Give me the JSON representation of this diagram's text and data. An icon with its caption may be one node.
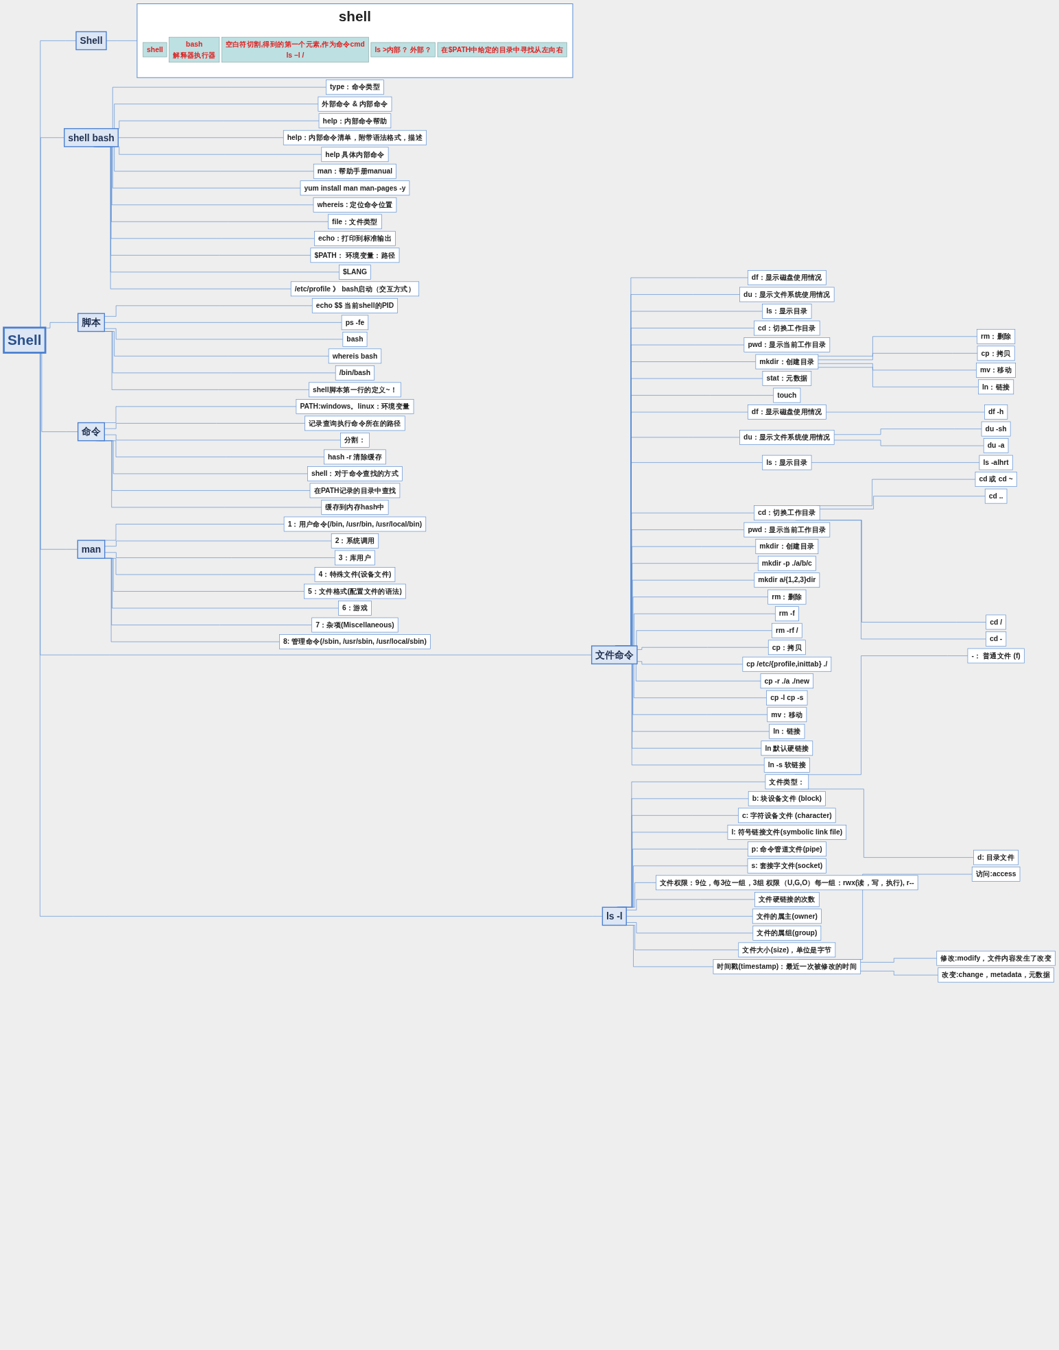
{
  "diagram": {
    "nodes": [
      {
        "text": [
          "Shell"
        ]
      },
      {
        "text": [
          "Shell"
        ]
      },
      {
        "text": [
          "shell"
        ]
      },
      {
        "text": [
          "shell"
        ],
        "in": 2
      },
      {
        "text": [
          "bash",
          "解释器执行器"
        ],
        "in": 2
      },
      {
        "text": [
          "空白符切割,得到的第一个元素,作为命令cmd",
          "ls –l /"
        ],
        "in": 2
      },
      {
        "text": [
          "ls  >内部？ 外部？"
        ],
        "in": 2
      },
      {
        "text": [
          "在$PATH中给定的目录中寻找从左向右"
        ],
        "in": 2
      },
      {
        "text": [
          "shell bash"
        ]
      },
      {
        "text": [
          "type：命令类型"
        ]
      },
      {
        "text": [
          "外部命令  &  内部命令"
        ]
      },
      {
        "text": [
          "help：内部命令帮助"
        ]
      },
      {
        "text": [
          "help：内部命令清单，附带语法格式，描述"
        ]
      },
      {
        "text": [
          "help 具体内部命令"
        ]
      },
      {
        "text": [
          "man：帮助手册manual"
        ]
      },
      {
        "text": [
          "yum install man man-pages -y"
        ]
      },
      {
        "text": [
          "whereis : 定位命令位置"
        ]
      },
      {
        "text": [
          "file：文件类型"
        ]
      },
      {
        "text": [
          "echo：打印到标准输出"
        ]
      },
      {
        "text": [
          "$PATH：  环境变量：路径"
        ]
      },
      {
        "text": [
          "$LANG"
        ]
      },
      {
        "text": [
          "/etc/profile  》  bash启动（交互方式）"
        ]
      },
      {
        "text": [
          "脚本"
        ]
      },
      {
        "text": [
          "echo $$  当前shell的PID"
        ]
      },
      {
        "text": [
          "ps -fe"
        ]
      },
      {
        "text": [
          "bash"
        ]
      },
      {
        "text": [
          "whereis bash"
        ]
      },
      {
        "text": [
          "/bin/bash"
        ]
      },
      {
        "text": [
          "shell脚本第一行的定义~！"
        ]
      },
      {
        "text": [
          "命令"
        ]
      },
      {
        "text": [
          "PATH:windows。linux：环境变量"
        ]
      },
      {
        "text": [
          "记录查询执行命令所在的路径"
        ]
      },
      {
        "text": [
          "分割："
        ]
      },
      {
        "text": [
          "hash -r 清除缓存"
        ]
      },
      {
        "text": [
          "shell：对于命令查找的方式"
        ]
      },
      {
        "text": [
          "在PATH记录的目录中查找"
        ]
      },
      {
        "text": [
          "缓存到内存hash中"
        ]
      },
      {
        "text": [
          "man"
        ]
      },
      {
        "text": [
          "1：用户命令(/bin, /usr/bin, /usr/local/bin)"
        ]
      },
      {
        "text": [
          "2：系统调用"
        ]
      },
      {
        "text": [
          "3：库用户"
        ]
      },
      {
        "text": [
          "4：特殊文件(设备文件)"
        ]
      },
      {
        "text": [
          "5：文件格式(配置文件的语法)"
        ]
      },
      {
        "text": [
          "6：游戏"
        ]
      },
      {
        "text": [
          "7：杂项(Miscellaneous)"
        ]
      },
      {
        "text": [
          "8: 管理命令(/sbin, /usr/sbin, /usr/local/sbin)"
        ]
      },
      {
        "text": [
          "文件命令"
        ]
      },
      {
        "text": [
          "df：显示磁盘使用情况"
        ]
      },
      {
        "text": [
          "du：显示文件系统使用情况"
        ]
      },
      {
        "text": [
          "ls：显示目录"
        ]
      },
      {
        "text": [
          "cd：切换工作目录"
        ]
      },
      {
        "text": [
          "pwd：显示当前工作目录"
        ]
      },
      {
        "text": [
          "mkdir：创建目录"
        ]
      },
      {
        "text": [
          "rm：删除"
        ]
      },
      {
        "text": [
          "cp：拷贝"
        ]
      },
      {
        "text": [
          "mv：移动"
        ]
      },
      {
        "text": [
          "ln：链接"
        ]
      },
      {
        "text": [
          "stat：元数据"
        ]
      },
      {
        "text": [
          "touch"
        ]
      },
      {
        "text": [
          "df：显示磁盘使用情况"
        ]
      },
      {
        "text": [
          "df -h"
        ]
      },
      {
        "text": [
          "du：显示文件系统使用情况"
        ]
      },
      {
        "text": [
          "du -sh"
        ]
      },
      {
        "text": [
          "du -a"
        ]
      },
      {
        "text": [
          "ls：显示目录"
        ]
      },
      {
        "text": [
          "ls -alhrt"
        ]
      },
      {
        "text": [
          "cd：切换工作目录"
        ]
      },
      {
        "text": [
          "cd  或 cd ~"
        ]
      },
      {
        "text": [
          "cd .."
        ]
      },
      {
        "text": [
          "cd /"
        ]
      },
      {
        "text": [
          "cd -"
        ]
      },
      {
        "text": [
          "pwd：显示当前工作目录"
        ]
      },
      {
        "text": [
          "mkdir：创建目录"
        ]
      },
      {
        "text": [
          "mkdir -p ./a/b/c"
        ]
      },
      {
        "text": [
          "mkdir a/{1,2,3}dir"
        ]
      },
      {
        "text": [
          "rm：删除"
        ]
      },
      {
        "text": [
          "rm -f"
        ]
      },
      {
        "text": [
          "rm -rf /"
        ]
      },
      {
        "text": [
          "cp：拷贝"
        ]
      },
      {
        "text": [
          "cp /etc/{profile,inittab} ./"
        ]
      },
      {
        "text": [
          "cp -r ./a ./new"
        ]
      },
      {
        "text": [
          "cp -l  cp -s"
        ]
      },
      {
        "text": [
          "mv：移动"
        ]
      },
      {
        "text": [
          "ln：链接"
        ]
      },
      {
        "text": [
          "ln 默认硬链接"
        ]
      },
      {
        "text": [
          "ln -s 软链接"
        ]
      },
      {
        "text": [
          "ls -l"
        ]
      },
      {
        "text": [
          "文件类型："
        ]
      },
      {
        "text": [
          "-：  普通文件 (f)"
        ]
      },
      {
        "text": [
          "d: 目录文件"
        ]
      },
      {
        "text": [
          "b: 块设备文件 (block)"
        ]
      },
      {
        "text": [
          "c: 字符设备文件 (character)"
        ]
      },
      {
        "text": [
          "l: 符号链接文件(symbolic link file)"
        ]
      },
      {
        "text": [
          "p: 命令管道文件(pipe)"
        ]
      },
      {
        "text": [
          "s: 套接字文件(socket)"
        ]
      },
      {
        "text": [
          "文件权限：9位，每3位一组，3组 权限（U,G,O）每一组：rwx(读，写，执行), r--"
        ]
      },
      {
        "text": [
          "文件硬链接的次数"
        ]
      },
      {
        "text": [
          "文件的属主(owner)"
        ]
      },
      {
        "text": [
          "文件的属组(group)"
        ]
      },
      {
        "text": [
          "文件大小(size)，单位是字节"
        ]
      },
      {
        "text": [
          "时间戳(timestamp)：最近一次被修改的时间"
        ]
      },
      {
        "text": [
          "访问:access"
        ]
      },
      {
        "text": [
          "修改:modify，文件内容发生了改变"
        ]
      },
      {
        "text": [
          "改变:change，metadata，元数据"
        ]
      }
    ],
    "edges": [
      {
        "from": 0,
        "to": 1,
        "arrow": "none"
      },
      {
        "from": 1,
        "to": 2,
        "arrow": "none"
      },
      {
        "from": 0,
        "to": 8,
        "arrow": "none"
      },
      {
        "from": 8,
        "to": 9,
        "arrow": "none"
      },
      {
        "from": 8,
        "to": 10,
        "arrow": "none"
      },
      {
        "from": 8,
        "to": 11,
        "arrow": "none"
      },
      {
        "from": 8,
        "to": 12,
        "arrow": "none"
      },
      {
        "from": 8,
        "to": 13,
        "arrow": "none"
      },
      {
        "from": 8,
        "to": 14,
        "arrow": "none"
      },
      {
        "from": 8,
        "to": 15,
        "arrow": "none"
      },
      {
        "from": 8,
        "to": 16,
        "arrow": "none"
      },
      {
        "from": 8,
        "to": 17,
        "arrow": "none"
      },
      {
        "from": 8,
        "to": 18,
        "arrow": "none"
      },
      {
        "from": 8,
        "to": 19,
        "arrow": "none"
      },
      {
        "from": 8,
        "to": 20,
        "arrow": "none"
      },
      {
        "from": 8,
        "to": 21,
        "arrow": "none"
      },
      {
        "from": 0,
        "to": 22,
        "arrow": "none"
      },
      {
        "from": 22,
        "to": 23,
        "arrow": "none"
      },
      {
        "from": 22,
        "to": 24,
        "arrow": "none"
      },
      {
        "from": 22,
        "to": 25,
        "arrow": "none"
      },
      {
        "from": 22,
        "to": 26,
        "arrow": "none"
      },
      {
        "from": 22,
        "to": 27,
        "arrow": "none"
      },
      {
        "from": 22,
        "to": 28,
        "arrow": "none"
      },
      {
        "from": 0,
        "to": 29,
        "arrow": "none"
      },
      {
        "from": 29,
        "to": 30,
        "arrow": "none"
      },
      {
        "from": 29,
        "to": 31,
        "arrow": "none"
      },
      {
        "from": 29,
        "to": 32,
        "arrow": "none"
      },
      {
        "from": 29,
        "to": 33,
        "arrow": "none"
      },
      {
        "from": 29,
        "to": 34,
        "arrow": "none"
      },
      {
        "from": 29,
        "to": 35,
        "arrow": "none"
      },
      {
        "from": 29,
        "to": 36,
        "arrow": "none"
      },
      {
        "from": 0,
        "to": 37,
        "arrow": "none"
      },
      {
        "from": 37,
        "to": 38,
        "arrow": "none"
      },
      {
        "from": 37,
        "to": 39,
        "arrow": "none"
      },
      {
        "from": 37,
        "to": 40,
        "arrow": "none"
      },
      {
        "from": 37,
        "to": 41,
        "arrow": "none"
      },
      {
        "from": 37,
        "to": 42,
        "arrow": "none"
      },
      {
        "from": 37,
        "to": 43,
        "arrow": "none"
      },
      {
        "from": 37,
        "to": 44,
        "arrow": "none"
      },
      {
        "from": 37,
        "to": 45,
        "arrow": "none"
      },
      {
        "from": 0,
        "to": 46,
        "arrow": "none"
      },
      {
        "from": 46,
        "to": 47,
        "arrow": "none"
      },
      {
        "from": 46,
        "to": 48,
        "arrow": "none"
      },
      {
        "from": 46,
        "to": 49,
        "arrow": "none"
      },
      {
        "from": 46,
        "to": 50,
        "arrow": "none"
      },
      {
        "from": 46,
        "to": 51,
        "arrow": "none"
      },
      {
        "from": 46,
        "to": 52,
        "arrow": "none"
      },
      {
        "from": 52,
        "to": 53,
        "arrow": "none"
      },
      {
        "from": 52,
        "to": 54,
        "arrow": "none"
      },
      {
        "from": 52,
        "to": 55,
        "arrow": "none"
      },
      {
        "from": 52,
        "to": 56,
        "arrow": "none"
      },
      {
        "from": 46,
        "to": 57,
        "arrow": "none"
      },
      {
        "from": 46,
        "to": 58,
        "arrow": "none"
      },
      {
        "from": 46,
        "to": 59,
        "arrow": "none"
      },
      {
        "from": 59,
        "to": 60,
        "arrow": "none"
      },
      {
        "from": 46,
        "to": 61,
        "arrow": "none"
      },
      {
        "from": 61,
        "to": 62,
        "arrow": "none"
      },
      {
        "from": 61,
        "to": 63,
        "arrow": "none"
      },
      {
        "from": 46,
        "to": 64,
        "arrow": "none"
      },
      {
        "from": 64,
        "to": 65,
        "arrow": "none"
      },
      {
        "from": 46,
        "to": 66,
        "arrow": "none"
      },
      {
        "from": 66,
        "to": 67,
        "arrow": "none"
      },
      {
        "from": 66,
        "to": 68,
        "arrow": "none"
      },
      {
        "from": 66,
        "to": 69,
        "arrow": "none"
      },
      {
        "from": 66,
        "to": 70,
        "arrow": "none"
      },
      {
        "from": 46,
        "to": 71,
        "arrow": "none"
      },
      {
        "from": 46,
        "to": 72,
        "arrow": "none"
      },
      {
        "from": 46,
        "to": 73,
        "arrow": "none"
      },
      {
        "from": 46,
        "to": 74,
        "arrow": "none"
      },
      {
        "from": 46,
        "to": 75,
        "arrow": "none"
      },
      {
        "from": 46,
        "to": 76,
        "arrow": "none"
      },
      {
        "from": 46,
        "to": 77,
        "arrow": "none"
      },
      {
        "from": 46,
        "to": 78,
        "arrow": "none"
      },
      {
        "from": 46,
        "to": 79,
        "arrow": "none"
      },
      {
        "from": 46,
        "to": 80,
        "arrow": "none"
      },
      {
        "from": 46,
        "to": 81,
        "arrow": "none"
      },
      {
        "from": 46,
        "to": 82,
        "arrow": "none"
      },
      {
        "from": 46,
        "to": 83,
        "arrow": "none"
      },
      {
        "from": 46,
        "to": 84,
        "arrow": "none"
      },
      {
        "from": 46,
        "to": 85,
        "arrow": "none"
      },
      {
        "from": 0,
        "to": 86,
        "arrow": "none"
      },
      {
        "from": 86,
        "to": 87,
        "arrow": "none"
      },
      {
        "from": 87,
        "to": 88,
        "arrow": "none"
      },
      {
        "from": 87,
        "to": 89,
        "arrow": "none"
      },
      {
        "from": 86,
        "to": 90,
        "arrow": "none"
      },
      {
        "from": 86,
        "to": 91,
        "arrow": "none"
      },
      {
        "from": 86,
        "to": 92,
        "arrow": "none"
      },
      {
        "from": 86,
        "to": 93,
        "arrow": "none"
      },
      {
        "from": 86,
        "to": 94,
        "arrow": "none"
      },
      {
        "from": 86,
        "to": 95,
        "arrow": "none"
      },
      {
        "from": 86,
        "to": 96,
        "arrow": "none"
      },
      {
        "from": 86,
        "to": 97,
        "arrow": "none"
      },
      {
        "from": 86,
        "to": 98,
        "arrow": "none"
      },
      {
        "from": 86,
        "to": 99,
        "arrow": "none"
      },
      {
        "from": 86,
        "to": 100,
        "arrow": "none"
      },
      {
        "from": 100,
        "to": 101,
        "arrow": "none"
      },
      {
        "from": 100,
        "to": 102,
        "arrow": "none"
      },
      {
        "from": 100,
        "to": 103,
        "arrow": "none"
      }
    ]
  }
}
